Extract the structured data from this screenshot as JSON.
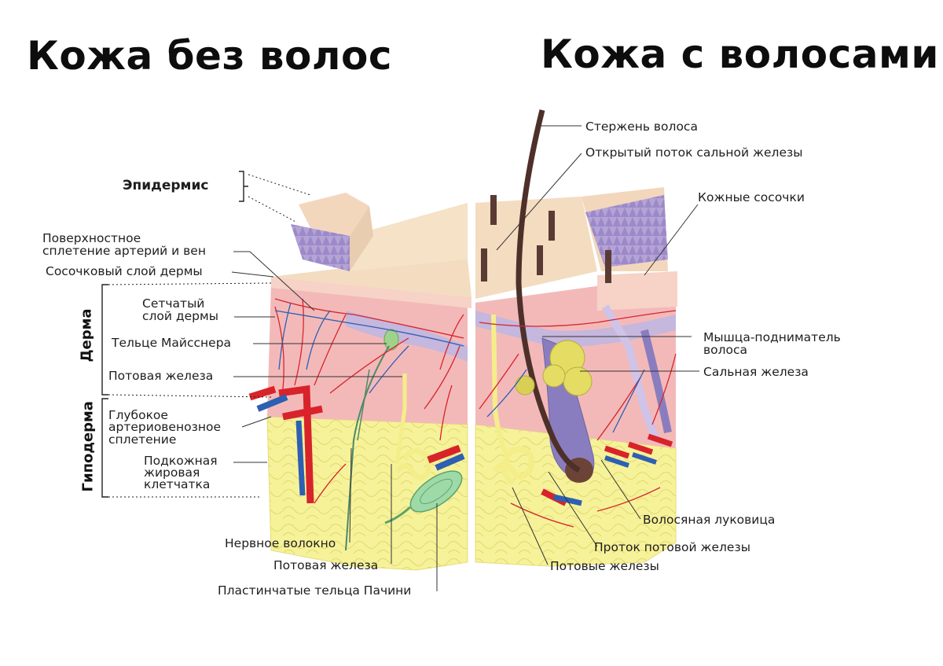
{
  "titles": {
    "left": "Кожа без волос",
    "right": "Кожа с волосами"
  },
  "left_labels": {
    "epidermis": "Эпидермис",
    "superficial_plexus_1": "Поверхностное",
    "superficial_plexus_2": "сплетение артерий и вен",
    "papillary_layer": "Сосочковый слой дермы",
    "reticular_1": "Сетчатый",
    "reticular_2": "слой дермы",
    "meissner": "Тельце Майсснера",
    "sweat_gland": "Потовая железа",
    "deep_plexus_1": "Глубокое",
    "deep_plexus_2": "артериовенозное",
    "deep_plexus_3": "сплетение",
    "subcutaneous_1": "Подкожная",
    "subcutaneous_2": "жировая",
    "subcutaneous_3": "клетчатка",
    "dermis": "Дерма",
    "hypodermis": "Гиподерма",
    "nerve_fiber": "Нервное волокно",
    "sweat_gland_bottom": "Потовая железа",
    "pacini": "Пластинчатые тельца Пачини"
  },
  "right_labels": {
    "hair_shaft": "Стержень волоса",
    "sebaceous_duct": "Открытый поток сальной железы",
    "papillae": "Кожные сосочки",
    "arrector_1": "Мышца-подниматель",
    "arrector_2": "волоса",
    "sebaceous_gland": "Сальная железа",
    "hair_bulb": "Волосяная луковица",
    "sweat_duct": "Проток потовой железы",
    "sweat_glands": "Потовые железы"
  },
  "colors": {
    "epidermis": "#b9a8d6",
    "dermis": "#f2b7b7",
    "hypodermis": "#f4f08e",
    "surface": "#f3dcc0",
    "artery": "#d8232a",
    "vein": "#2d5fb3",
    "hair": "#5a3a33",
    "sebaceous": "#e4dc63"
  }
}
